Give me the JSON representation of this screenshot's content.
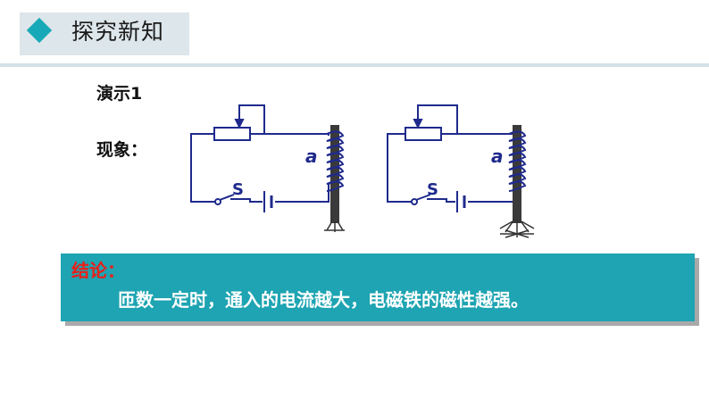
{
  "header": {
    "title": "探究新知",
    "accent_color": "#17a9b7"
  },
  "demo": {
    "label": "演示1"
  },
  "phenomenon": {
    "label": "现象："
  },
  "circuits": [
    {
      "coil_label": "a",
      "switch_label": "S"
    },
    {
      "coil_label": "a",
      "switch_label": "S"
    }
  ],
  "conclusion": {
    "title": "结论：",
    "text": "匝数一定时，通入的电流越大，电磁铁的磁性越强。",
    "background_color": "#1ea4b2",
    "title_color": "#e8201a"
  }
}
